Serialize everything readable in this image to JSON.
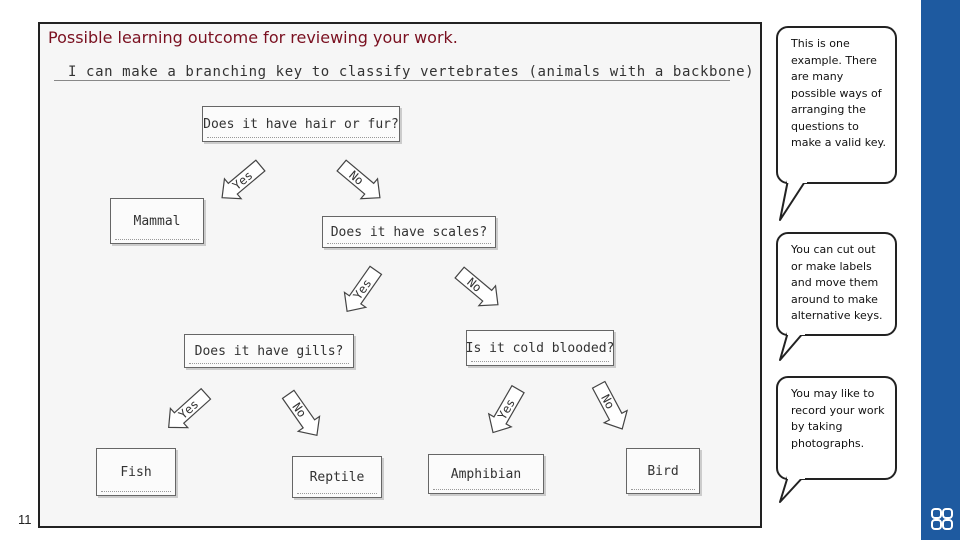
{
  "slide": {
    "number": "11",
    "heading": "Possible learning outcome for reviewing your work."
  },
  "photo": {
    "subheading": "I can make a branching key to classify vertebrates (animals with a backbone)",
    "questions": {
      "hair": "Does it have hair or fur?",
      "scales": "Does it have scales?",
      "gills": "Does it have gills?",
      "cold": "Is it cold blooded?"
    },
    "answers": {
      "mammal": "Mammal",
      "fish": "Fish",
      "reptile": "Reptile",
      "amphibian": "Amphibian",
      "bird": "Bird"
    },
    "arrow_labels": {
      "yes": "Yes",
      "no": "No"
    }
  },
  "bubbles": [
    {
      "text": "This is one example. There are many possible ways of arranging the questions to make a valid key."
    },
    {
      "text": "You can cut out or make labels and move them around to make alternative keys."
    },
    {
      "text": "You may like to record your work by taking photographs."
    }
  ],
  "colors": {
    "side_bar": "#1e5aa0",
    "heading": "#7a1020"
  },
  "icons": {
    "logo": "brand-logo-icon"
  }
}
